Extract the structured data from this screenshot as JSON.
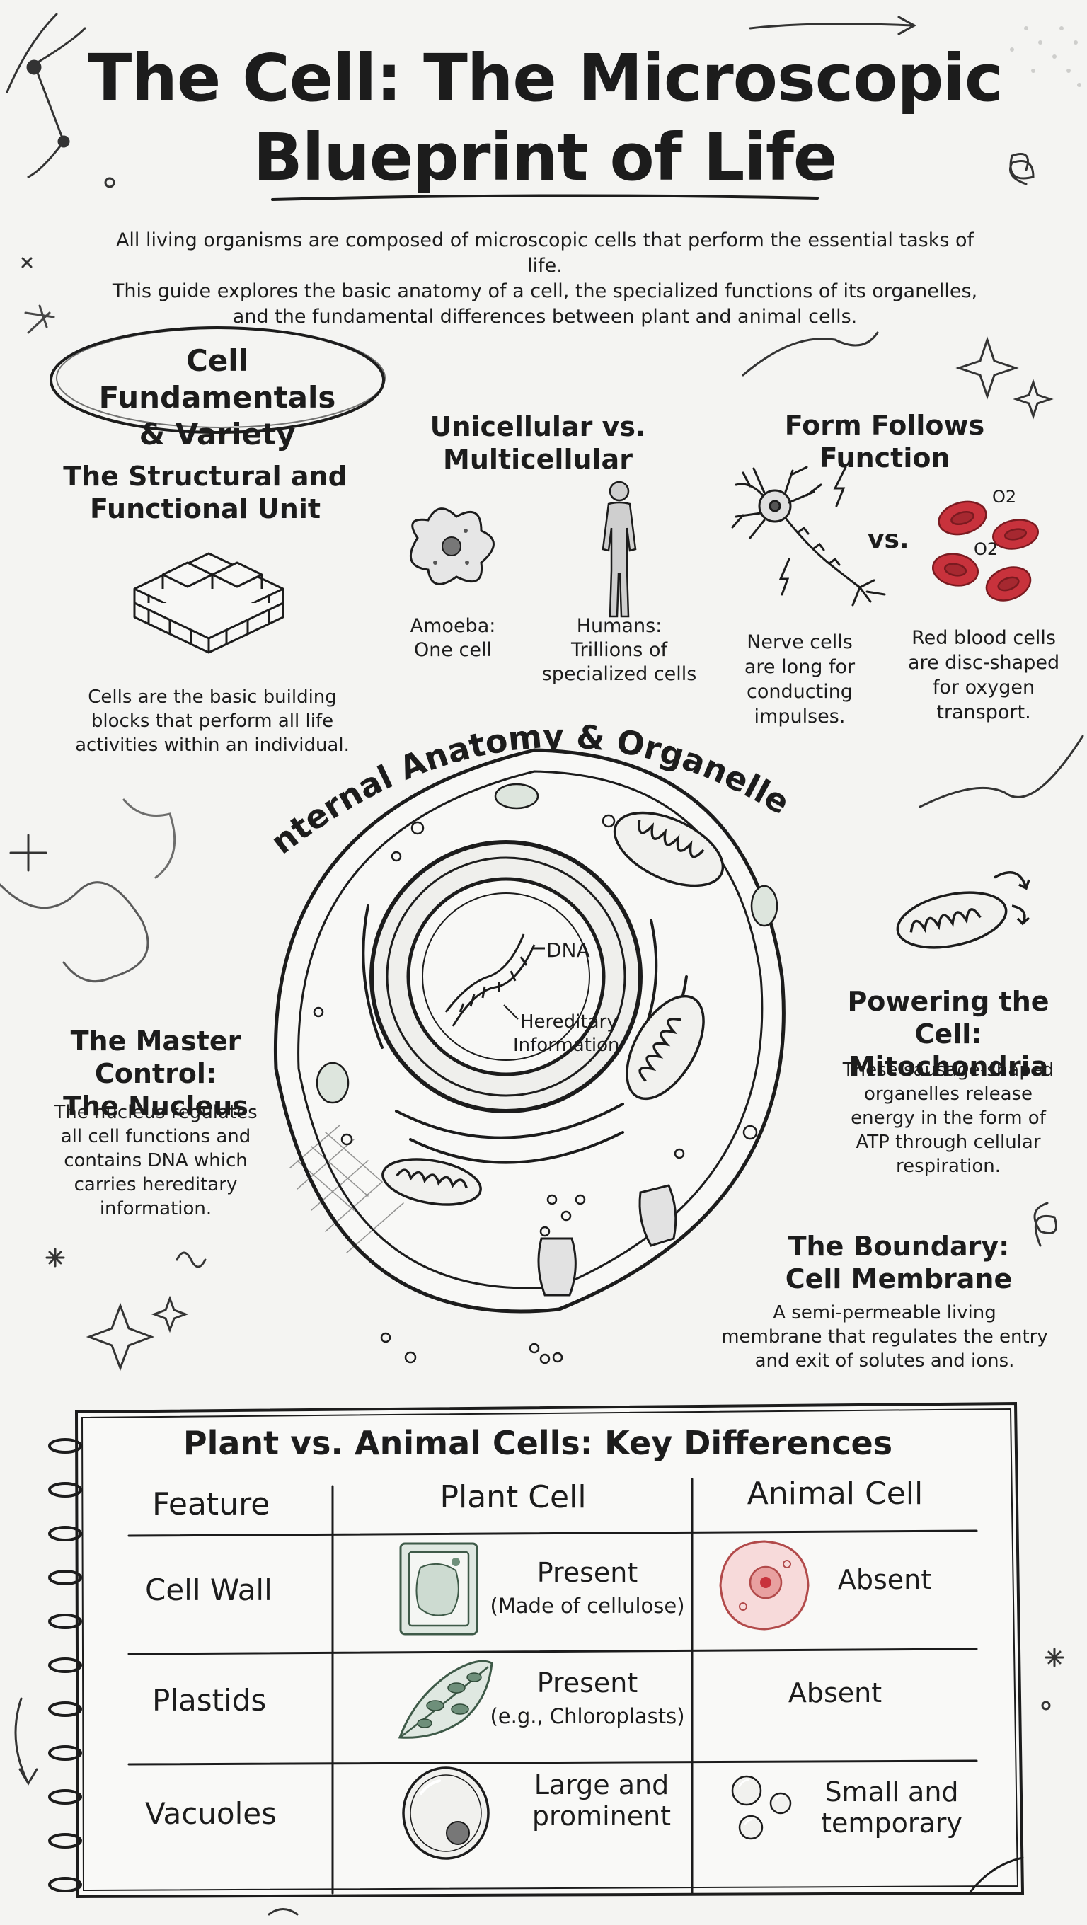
{
  "header": {
    "title_line1": "The Cell: The Microscopic",
    "title_line2": "Blueprint of Life",
    "intro": [
      "All living organisms are composed of microscopic cells that perform the essential tasks of life.",
      "This guide explores the basic anatomy of a cell, the specialized functions of its organelles,",
      "and the fundamental differences between plant and animal cells."
    ]
  },
  "fundamentals": {
    "badge_line1": "Cell Fundamentals",
    "badge_line2": "& Variety",
    "unit": {
      "heading_line1": "The Structural and",
      "heading_line2": "Functional Unit",
      "text": [
        "Cells are the basic building",
        "blocks that perform all life",
        "activities within an individual."
      ]
    },
    "unicellular": {
      "heading_line1": "Unicellular vs.",
      "heading_line2": "Multicellular",
      "amoeba": [
        "Amoeba:",
        "One cell"
      ],
      "humans": [
        "Humans:",
        "Trillions of",
        "specialized cells"
      ]
    },
    "form": {
      "heading": "Form Follows Function",
      "vs": "vs.",
      "o2": "O2",
      "nerve": [
        "Nerve cells",
        "are long for",
        "conducting",
        "impulses."
      ],
      "rbc": [
        "Red blood cells",
        "are disc-shaped",
        "for oxygen",
        "transport."
      ]
    }
  },
  "anatomy": {
    "arc_title": "Internal Anatomy & Organelles",
    "dna_label": "DNA",
    "hereditary_label": [
      "Hereditary",
      "Information"
    ],
    "nucleus": {
      "heading_line1": "The Master Control:",
      "heading_line2": "The Nucleus",
      "text": [
        "The nucleus regulates",
        "all cell functions and",
        "contains DNA which",
        "carries hereditary",
        "information."
      ]
    },
    "mitochondria": {
      "heading_line1": "Powering the Cell:",
      "heading_line2": "Mitochondria",
      "text": [
        "These sausage-shaped",
        "organelles release",
        "energy in the form of",
        "ATP through cellular",
        "respiration."
      ]
    },
    "membrane": {
      "heading_line1": "The Boundary:",
      "heading_line2": "Cell Membrane",
      "text": [
        "A semi-permeable living",
        "membrane that regulates the entry",
        "and exit of solutes and ions."
      ]
    }
  },
  "comparison": {
    "title": "Plant vs. Animal Cells: Key Differences",
    "columns": [
      "Feature",
      "Plant Cell",
      "Animal Cell"
    ],
    "rows": [
      {
        "feature": "Cell Wall",
        "plant_line1": "Present",
        "plant_line2": "(Made of cellulose)",
        "animal_line1": "Absent",
        "animal_line2": ""
      },
      {
        "feature": "Plastids",
        "plant_line1": "Present",
        "plant_line2": "(e.g., Chloroplasts)",
        "animal_line1": "Absent",
        "animal_line2": ""
      },
      {
        "feature": "Vacuoles",
        "plant_line1": "Large and",
        "plant_line2": "prominent",
        "animal_line1": "Small and",
        "animal_line2": "temporary"
      }
    ]
  },
  "colors": {
    "ink": "#1c1c1c",
    "paper": "#f4f4f2",
    "blood_red": "#c8323c",
    "plant_green": "#6e8f7a",
    "animal_pink": "#e8a0a0"
  }
}
